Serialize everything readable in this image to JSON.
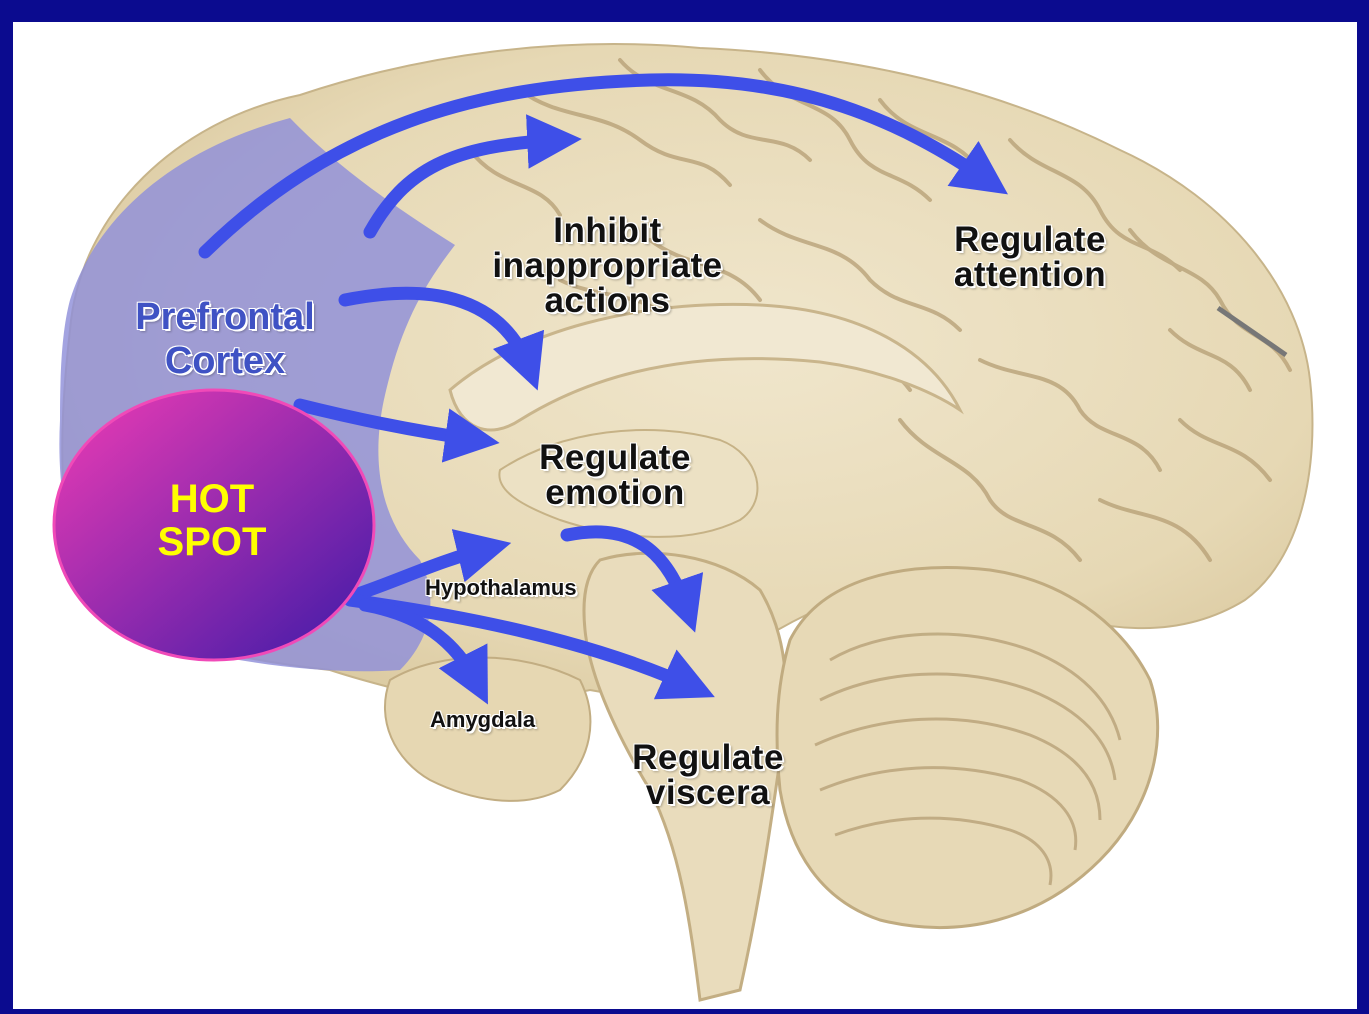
{
  "colors": {
    "frame": "#0b0b8f",
    "brain_tissue": "#e8dcbc",
    "brain_groove": "#b59e74",
    "prefrontal_overlay": "#8f8fd9",
    "arrow": "#3e4fe8",
    "prefrontal_text": "#3f52c4",
    "hot_spot_gradient_start": "#f03cb4",
    "hot_spot_gradient_end": "#3c1aa8",
    "hot_spot_text": "#ffff00",
    "hot_spot_border": "#f04ab8"
  },
  "labels": {
    "inhibit": [
      "Inhibit",
      "inappropriate",
      "actions"
    ],
    "attention": [
      "Regulate",
      "attention"
    ],
    "prefrontal": [
      "Prefrontal",
      "Cortex"
    ],
    "emotion": [
      "Regulate",
      "emotion"
    ],
    "hypothalamus": "Hypothalamus",
    "amygdala": "Amygdala",
    "viscera": [
      "Regulate",
      "viscera"
    ]
  },
  "hot_spot": [
    "HOT",
    "SPOT"
  ],
  "icons": {
    "arrows": "connection-arrow-icon"
  }
}
